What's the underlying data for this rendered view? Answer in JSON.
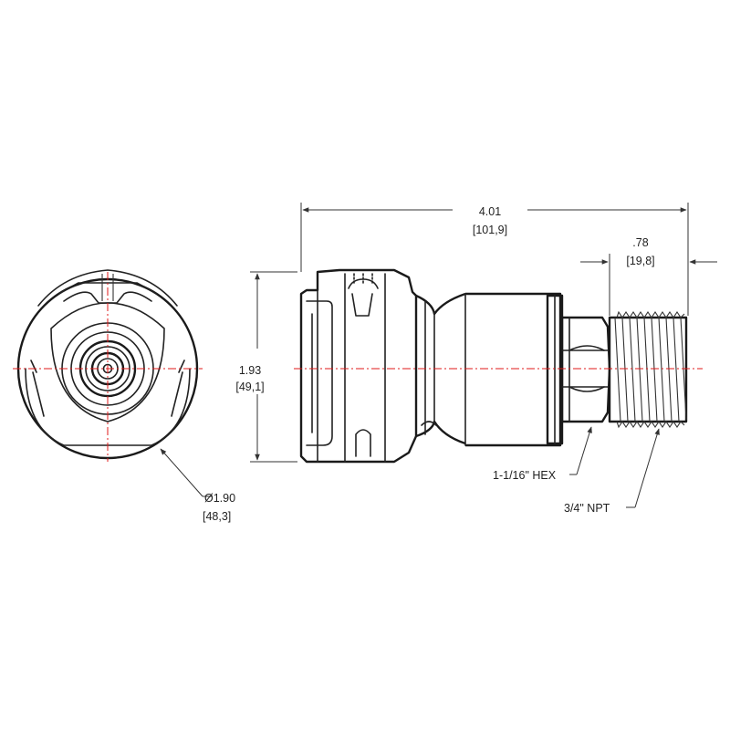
{
  "dimensions": {
    "overall_length": {
      "value": "4.01",
      "metric": "[101,9]"
    },
    "thread_length": {
      "value": ".78",
      "metric": "[19,8]"
    },
    "height": {
      "value": "1.93",
      "metric": "[49,1]"
    },
    "diameter": {
      "value": "Ø1.90",
      "metric": "[48,3]"
    }
  },
  "callouts": {
    "hex": "1-1/16\" HEX",
    "npt": "3/4\" NPT"
  },
  "colors": {
    "outline": "#222222",
    "centerline": "#e01818",
    "background": "#ffffff"
  }
}
